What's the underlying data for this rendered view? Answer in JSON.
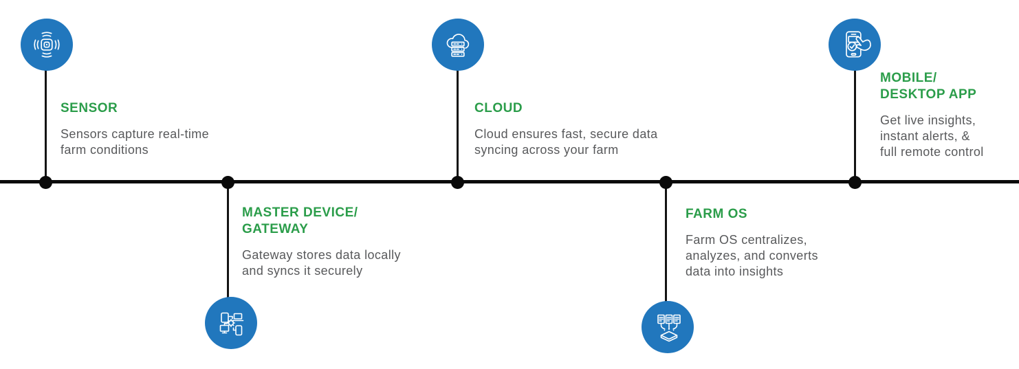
{
  "colors": {
    "accent_blue": "#2177BD",
    "heading_green": "#2B9D4A",
    "description_gray": "#58595B",
    "timeline_black": "#0A0A0A"
  },
  "items": [
    {
      "id": "sensor",
      "title": "SENSOR",
      "description": "Sensors capture real-time\nfarm conditions",
      "icon": "wireless-sensor-icon",
      "side": "above"
    },
    {
      "id": "gateway",
      "title": "MASTER DEVICE/\nGATEWAY",
      "description": "Gateway stores data locally\nand syncs it securely",
      "icon": "connected-devices-icon",
      "side": "below"
    },
    {
      "id": "cloud",
      "title": "CLOUD",
      "description": "Cloud ensures fast, secure data\nsyncing across your farm",
      "icon": "cloud-server-icon",
      "side": "above"
    },
    {
      "id": "farm-os",
      "title": "FARM OS",
      "description": "Farm OS centralizes,\nanalyzes, and converts\ndata into insights",
      "icon": "data-aggregation-icon",
      "side": "below"
    },
    {
      "id": "app",
      "title": "MOBILE/\nDESKTOP APP",
      "description": "Get live insights,\ninstant alerts, &\nfull remote control",
      "icon": "mobile-tap-icon",
      "side": "above"
    }
  ]
}
